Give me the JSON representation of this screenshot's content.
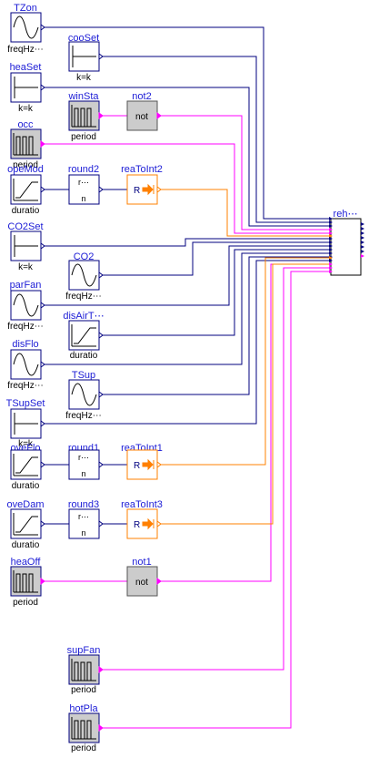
{
  "blocks": {
    "TZon": {
      "name": "TZon",
      "param": "freqHz⋯"
    },
    "cooSet": {
      "name": "cooSet",
      "param": "k=k"
    },
    "heaSet": {
      "name": "heaSet",
      "param": "k=k"
    },
    "winSta": {
      "name": "winSta",
      "param": "period"
    },
    "not2": {
      "name": "not2",
      "inner": "not"
    },
    "occ": {
      "name": "occ",
      "param": "period"
    },
    "opeMod": {
      "name": "opeMod",
      "param": "duratio"
    },
    "round2": {
      "name": "round2",
      "inner_top": "r⋯",
      "inner_bottom": "n"
    },
    "reaToInt2": {
      "name": "reaToInt2",
      "inner": "R"
    },
    "CO2Set": {
      "name": "CO2Set",
      "param": "k=k"
    },
    "CO2": {
      "name": "CO2",
      "param": "freqHz⋯"
    },
    "parFan": {
      "name": "parFan",
      "param": "freqHz⋯"
    },
    "disAirT": {
      "name": "disAirT⋯",
      "param": "duratio"
    },
    "disFlo": {
      "name": "disFlo",
      "param": "freqHz⋯"
    },
    "TSup": {
      "name": "TSup",
      "param": "freqHz⋯"
    },
    "TSupSet": {
      "name": "TSupSet",
      "param": "k=k"
    },
    "oveFlo": {
      "name": "oveFlo",
      "param": "duratio"
    },
    "round1": {
      "name": "round1",
      "inner_top": "r⋯",
      "inner_bottom": "n"
    },
    "reaToInt1": {
      "name": "reaToInt1",
      "inner": "R"
    },
    "oveDam": {
      "name": "oveDam",
      "param": "duratio"
    },
    "round3": {
      "name": "round3",
      "inner_top": "r⋯",
      "inner_bottom": "n"
    },
    "reaToInt3": {
      "name": "reaToInt3",
      "inner": "R"
    },
    "heaOff": {
      "name": "heaOff",
      "param": "period"
    },
    "not1": {
      "name": "not1",
      "inner": "not"
    },
    "supFan": {
      "name": "supFan",
      "param": "period"
    },
    "hotPla": {
      "name": "hotPla",
      "param": "period"
    },
    "reh": {
      "name": "reh⋯"
    }
  },
  "colors": {
    "name_text": "#1c1cd6",
    "real_signal": "#00007f",
    "boolean_signal": "#ff00ff",
    "integer_signal": "#ff8000",
    "block_border": "#00007f",
    "boolean_block_fill": "#cccccc"
  }
}
